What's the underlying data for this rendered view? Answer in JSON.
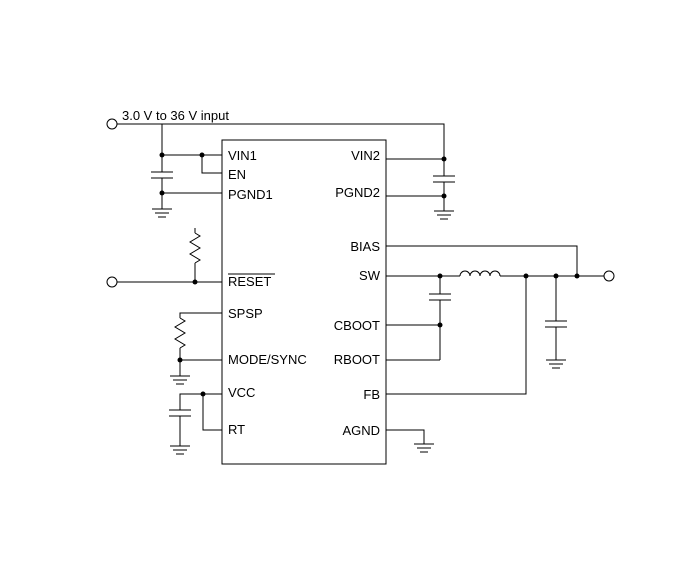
{
  "input_label": "3.0 V to 36 V input",
  "pins": {
    "vin1": "VIN1",
    "en": "EN",
    "pgnd1": "PGND1",
    "reset": "RESET",
    "spsp": "SPSP",
    "mode_sync": "MODE/SYNC",
    "vcc": "VCC",
    "rt": "RT",
    "vin2": "VIN2",
    "pgnd2": "PGND2",
    "bias": "BIAS",
    "sw": "SW",
    "cboot": "CBOOT",
    "rboot": "RBOOT",
    "fb": "FB",
    "agnd": "AGND"
  },
  "colors": {
    "line": "#000000",
    "background": "#ffffff"
  }
}
